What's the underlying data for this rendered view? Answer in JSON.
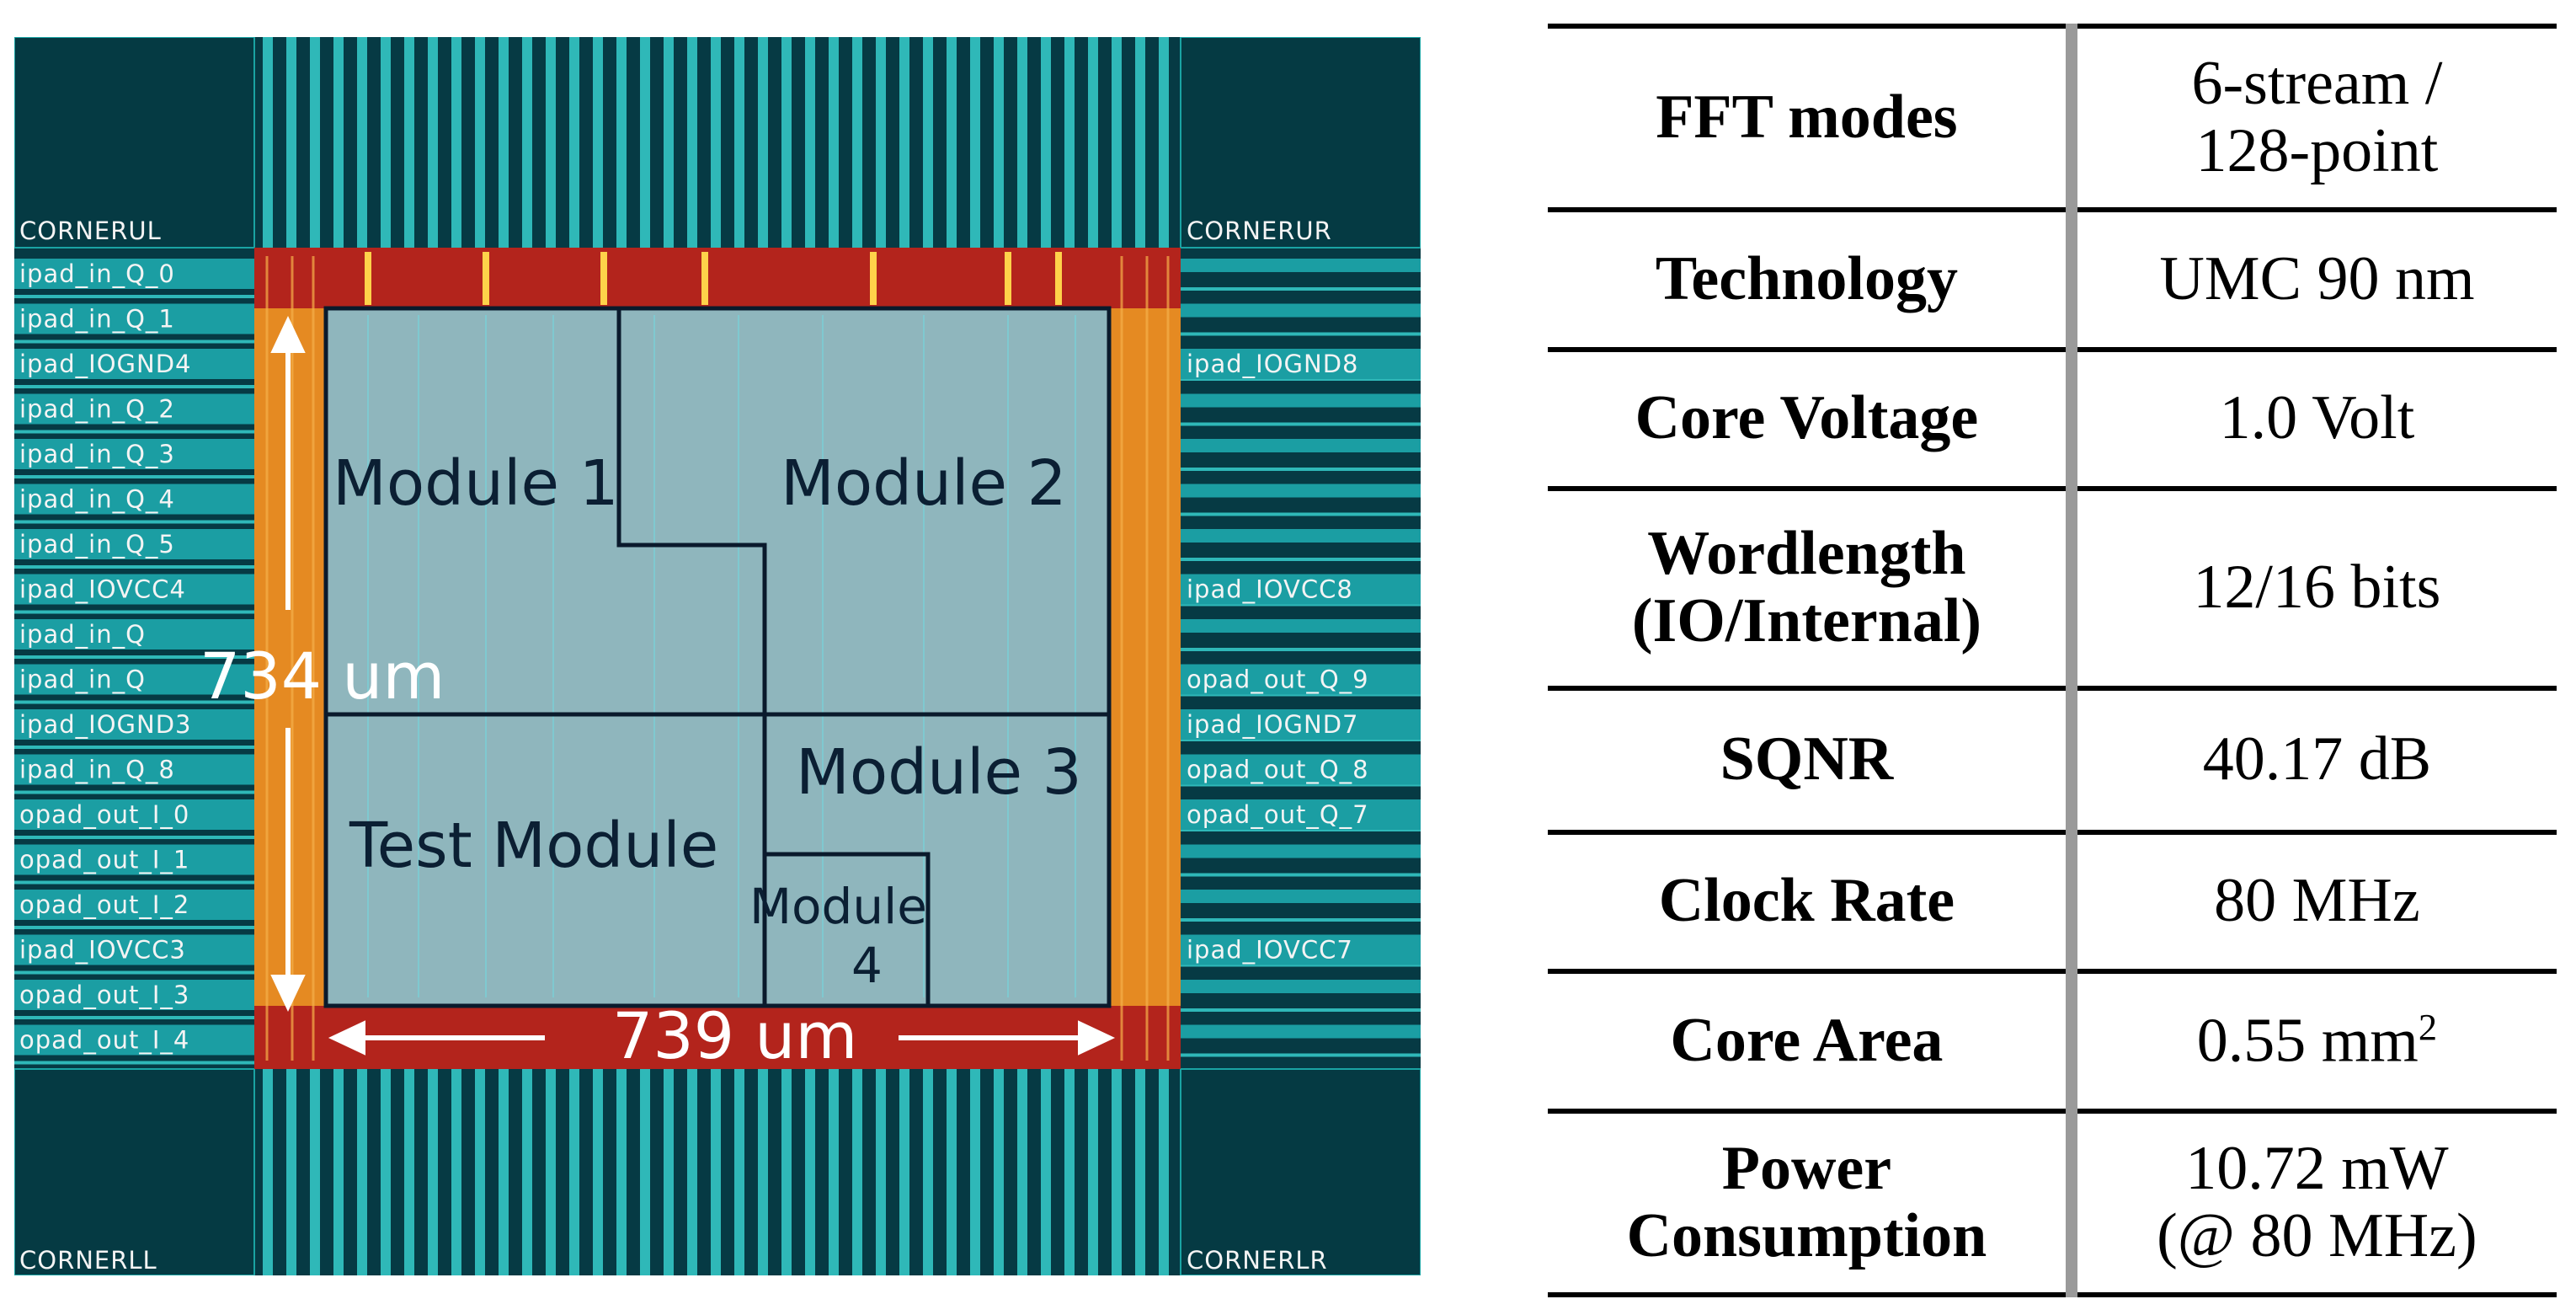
{
  "chip_layout": {
    "corners": {
      "upper_left": "CORNERUL",
      "upper_right": "CORNERUR",
      "lower_left": "CORNERLL",
      "lower_right": "CORNERLR"
    },
    "left_pads": [
      "ipad_in_Q_0",
      "ipad_in_Q_1",
      "ipad_IOGND4",
      "ipad_in_Q_2",
      "ipad_in_Q_3",
      "ipad_in_Q_4",
      "ipad_in_Q_5",
      "ipad_IOVCC4",
      "ipad_in_Q",
      "ipad_in_Q",
      "ipad_IOGND3",
      "ipad_in_Q_8",
      "opad_out_I_0",
      "opad_out_I_1",
      "opad_out_I_2",
      "ipad_IOVCC3",
      "opad_out_I_3",
      "opad_out_I_4"
    ],
    "right_pads": [
      "ipad_IOGND8",
      "ipad_IOVCC8",
      "opad_out_Q_9",
      "ipad_IOGND7",
      "opad_out_Q_8",
      "opad_out_Q_7",
      "ipad_IOVCC7"
    ],
    "modules": [
      "Module 1",
      "Module 2",
      "Module 3",
      "Test Module",
      "Module",
      "4"
    ],
    "height_label": "734 um",
    "width_label": "739 um"
  },
  "spec_table": {
    "rows": [
      {
        "param_lines": [
          "FFT modes"
        ],
        "value_lines": [
          "6-stream /",
          "128-point"
        ]
      },
      {
        "param_lines": [
          "Technology"
        ],
        "value_lines": [
          "UMC 90 nm"
        ]
      },
      {
        "param_lines": [
          "Core Voltage"
        ],
        "value_lines": [
          "1.0 Volt"
        ]
      },
      {
        "param_lines": [
          "Wordlength",
          "(IO/Internal)"
        ],
        "value_lines": [
          "12/16 bits"
        ]
      },
      {
        "param_lines": [
          "SQNR"
        ],
        "value_lines": [
          "40.17 dB"
        ]
      },
      {
        "param_lines": [
          "Clock Rate"
        ],
        "value_lines": [
          "80 MHz"
        ]
      },
      {
        "param_lines": [
          "Core Area"
        ],
        "value_lines": [
          "0.55 mm"
        ],
        "value_sup": "2"
      },
      {
        "param_lines": [
          "Power",
          "Consumption"
        ],
        "value_lines": [
          "10.72 mW",
          "(@ 80 MHz)"
        ]
      }
    ]
  }
}
